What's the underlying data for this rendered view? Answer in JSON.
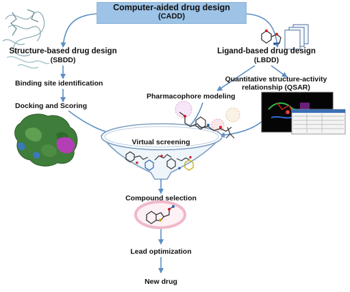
{
  "header": {
    "title": "Computer-aided drug design",
    "subtitle": "(CADD)"
  },
  "sbdd": {
    "title": "Structure-based drug design",
    "abbr": "(SBDD)",
    "steps": [
      "Binding site identification",
      "Docking and Scoring"
    ]
  },
  "lbdd": {
    "title": "Ligand-based drug design",
    "abbr": "(LBDD)",
    "pharmacophore": "Pharmacophore modeling",
    "qsar_line1": "Quantitative structure-activity",
    "qsar_line2": "relationship (QSAR)"
  },
  "funnel": {
    "label": "Virtual screening"
  },
  "pipeline": {
    "steps": [
      "Compound selection",
      "Lead optimization",
      "New drug"
    ]
  },
  "colors": {
    "title_box": "#9dc3e6",
    "arrow": "#5b8ec4",
    "funnel_fill": "#eef5fb",
    "funnel_edge": "#7f9ec0",
    "highlight_ring": "#f0b8c8",
    "protein_green": "#3f7d3a",
    "protein_magenta": "#b43fb5"
  },
  "icons": [
    "protein-ribbon-icon",
    "ligand-documents-icon",
    "protein-surface-icon",
    "pharmacophore-molecule-icon",
    "qsar-screenshot-icon",
    "molecule-library-icon",
    "selected-compound-icon"
  ]
}
